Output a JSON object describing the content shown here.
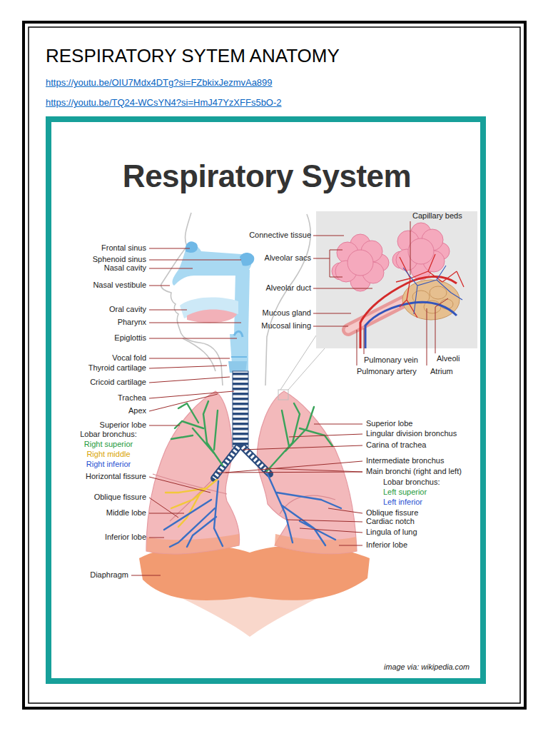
{
  "diagram": {
    "title": "RESPIRATORY SYTEM ANATOMY",
    "caption": "image via: wikipedia.com",
    "labels": [
      "https://youtu.be/OIU7Mdx4DTg?si=FZbkixJezmvAa899",
      "https://youtu.be/TQ24-WCsYN4?si=HmJ47YzXFFs5bO-2",
      "Respiratory System",
      "Frontal sinus",
      "Sphenoid sinus",
      "Nasal cavity",
      "Nasal vestibule",
      "Oral cavity",
      "Pharynx",
      "Epiglottis",
      "Vocal fold",
      "Thyroid cartilage",
      "Cricoid cartilage",
      "Trachea",
      "Apex",
      "Superior lobe",
      "Lobar bronchus:",
      "Right superior",
      "Right middle",
      "Right inferior",
      "Horizontal fissure",
      "Oblique fissure",
      "Middle lobe",
      "Inferior lobe",
      "Diaphragm",
      "Capillary beds",
      "Connective tissue",
      "Alveolar sacs",
      "Alveolar duct",
      "Mucous gland",
      "Mucosal lining",
      "Pulmonary vein",
      "Pulmonary artery",
      "Alveoli",
      "Atrium",
      "Superior lobe",
      "Lingular division bronchus",
      "Carina of trachea",
      "Intermediate bronchus",
      "Main bronchi (right and left)",
      "Lobar bronchus:",
      "Left superior",
      "Left inferior",
      "Oblique fissure",
      "Cardiac notch",
      "Lingula of lung",
      "Inferior lobe"
    ]
  }
}
